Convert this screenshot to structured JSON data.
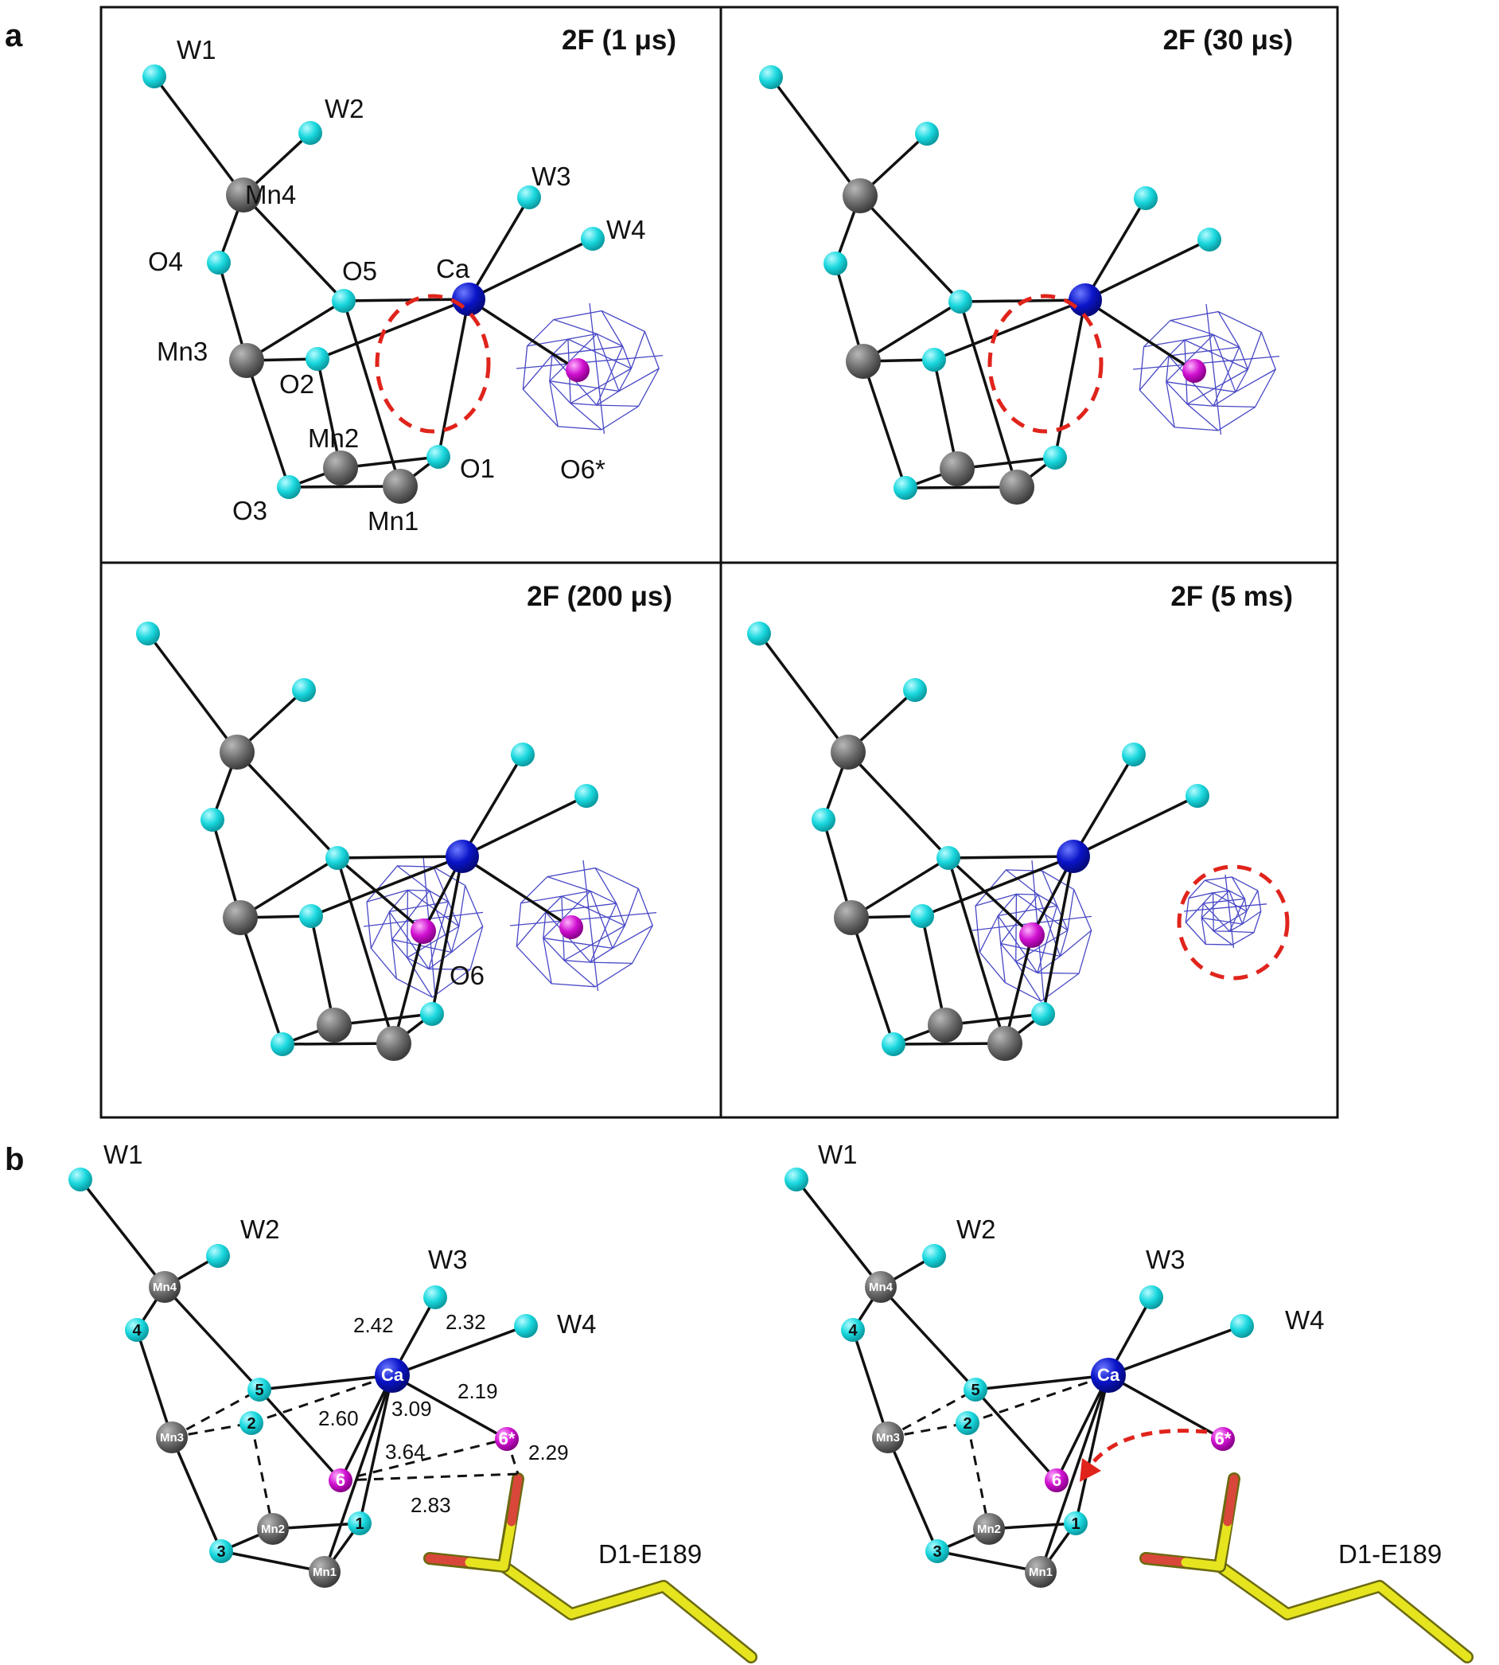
{
  "panel_labels": {
    "a": "a",
    "b": "b"
  },
  "panel_a": {
    "headers": [
      "2F (1 μs)",
      "2F (30 μs)",
      "2F (200 μs)",
      "2F (5 ms)"
    ],
    "atom_labels": {
      "W1": "W1",
      "W2": "W2",
      "W3": "W3",
      "W4": "W4",
      "Mn4": "Mn4",
      "Mn3": "Mn3",
      "Mn2": "Mn2",
      "Mn1": "Mn1",
      "O1": "O1",
      "O2": "O2",
      "O3": "O3",
      "O4": "O4",
      "O5": "O5",
      "Ca": "Ca",
      "O6star": "O6*",
      "O6": "O6"
    }
  },
  "panel_b": {
    "atom_labels": {
      "W1": "W1",
      "W2": "W2",
      "W3": "W3",
      "W4": "W4",
      "Mn4": "Mn4",
      "Mn3": "Mn3",
      "Mn2": "Mn2",
      "Mn1": "Mn1",
      "Ca": "Ca",
      "O1": "1",
      "O2": "2",
      "O3": "3",
      "O4": "4",
      "O5": "5",
      "O6": "6",
      "O6star": "6*"
    },
    "distances": [
      "2.42",
      "2.32",
      "2.19",
      "2.60",
      "3.09",
      "3.64",
      "2.29",
      "2.83"
    ],
    "residue": "D1-E189"
  },
  "colors": {
    "manganese": "#6a6a6a",
    "oxygen": "#19d8de",
    "calcium": "#0a14c8",
    "o6": "#d010d0",
    "density_mesh": "#3535c0",
    "highlight_circle": "#e0241c",
    "residue_carbon": "#e6e41e",
    "residue_oxygen": "#d8473a",
    "bond": "#111111"
  }
}
